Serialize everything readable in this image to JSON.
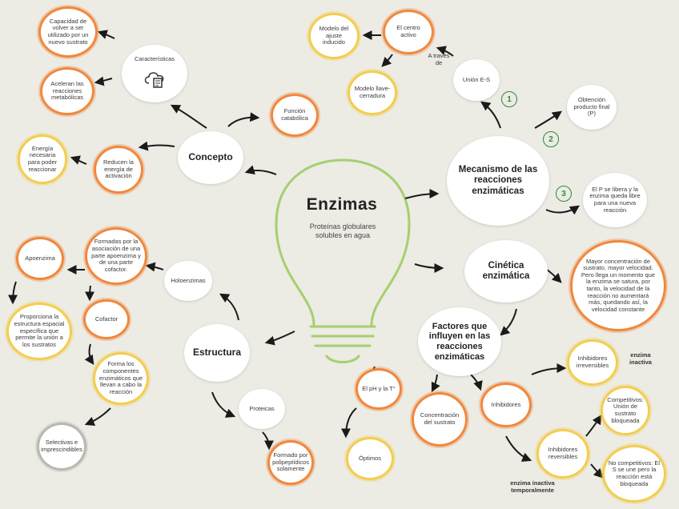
{
  "title": "Enzimas",
  "subtitle": "Proteínas globulares solubles en agua",
  "colors": {
    "background": "#ecebe4",
    "orange": "#f0883d",
    "yellow": "#f3cd52",
    "bulb": "#a6cf6f",
    "number_ring": "#2e8b3e"
  },
  "nodes": {
    "concepto": "Concepto",
    "caracteristicas": "Características",
    "capacidad": "Capacidad de volver a ser utilizado por un nuevo sustrato",
    "aceleran": "Aceleran las reacciones metabólicas",
    "funcion": "Función catabólica",
    "reducen": "Reducen la energía de activación",
    "energia": "Energía necesaria para poder reaccionar",
    "estructura": "Estructura",
    "holoenzimas": "Holoenzimas",
    "formadas": "Formadas por la asociación de una parte apoenzima y de una parte cofactor.",
    "apoenzima": "Apoenzima",
    "proporciona": "Proporciona la estructura espacial específica que permite la unión a los sustratos",
    "cofactor": "Cofactor",
    "forma_los": "Forma los componentes enzimáticos que llevan a cabo la reacción",
    "selectivas": "Selectivas e imprescindibles",
    "proteicas": "Proteicas",
    "formado_por": "Formado por polipeptídicos solamente",
    "mecanismo": "Mecanismo de las reacciones enzimáticas",
    "union_es": "Unión E-S",
    "a_traves": "A través de",
    "centro_activo": "El centro activo",
    "modelo_ajuste": "Modelo del ajuste inducido",
    "modelo_llave": "Modelo llave-cerradura",
    "obtencion": "Obtención producto final (P)",
    "el_p": "El P se libera y la enzima queda libre para una nueva reacción",
    "num1": "1",
    "num2": "2",
    "num3": "3",
    "cinetica": "Cinética enzimática",
    "mayor": "Mayor concentración de sustrato, mayor velocidad. Pero llega un momento que la enzima se satura, por tanto, la velocidad de la reacción no aumentará más, quedando así, la velocidad constante",
    "factores": "Factores que influyen en las reacciones enzimáticas",
    "ph": "El pH y la T°",
    "optimos": "Óptimos",
    "concentracion": "Concentración del sustrato",
    "inhibidores": "Inhibidores",
    "irreversibles": "Inhibidores irreversibles",
    "enzima_inactiva": "enzima inactiva",
    "reversibles": "Inhibidores reversibles",
    "temporal": "enzima inactiva temporalmente",
    "competitivos": "Competitivos: Unión de sustrato bloqueada",
    "no_competitivos": "No competitivos: El S se une pero la reacción está bloqueada"
  }
}
